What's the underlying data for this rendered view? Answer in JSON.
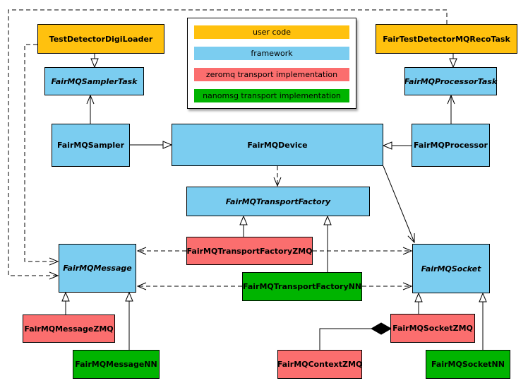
{
  "legend": {
    "items": [
      {
        "label": "user code",
        "color": "#FFC10E",
        "category": "user"
      },
      {
        "label": "framework",
        "color": "#7BCDF0",
        "category": "framework"
      },
      {
        "label": "zeromq transport implementation",
        "color": "#FB6E6E",
        "category": "zeromq"
      },
      {
        "label": "nanomsg transport implementation",
        "color": "#00B400",
        "category": "nanomsg"
      }
    ]
  },
  "nodes": {
    "test_detector_digi_loader": {
      "label": "TestDetectorDigiLoader",
      "category": "user",
      "abstract": false
    },
    "fair_test_detector_mq_reco_task": {
      "label": "FairTestDetectorMQRecoTask",
      "category": "user",
      "abstract": false
    },
    "fairmq_sampler_task": {
      "label": "FairMQSamplerTask",
      "category": "framework",
      "abstract": true
    },
    "fairmq_processor_task": {
      "label": "FairMQProcessorTask",
      "category": "framework",
      "abstract": true
    },
    "fairmq_sampler": {
      "label": "FairMQSampler",
      "category": "framework",
      "abstract": false
    },
    "fairmq_device": {
      "label": "FairMQDevice",
      "category": "framework",
      "abstract": false
    },
    "fairmq_processor": {
      "label": "FairMQProcessor",
      "category": "framework",
      "abstract": false
    },
    "fairmq_transport_factory": {
      "label": "FairMQTransportFactory",
      "category": "framework",
      "abstract": true
    },
    "fairmq_transport_factory_zmq": {
      "label": "FairMQTransportFactoryZMQ",
      "category": "zeromq",
      "abstract": false
    },
    "fairmq_transport_factory_nn": {
      "label": "FairMQTransportFactoryNN",
      "category": "nanomsg",
      "abstract": false
    },
    "fairmq_message": {
      "label": "FairMQMessage",
      "category": "framework",
      "abstract": true
    },
    "fairmq_socket": {
      "label": "FairMQSocket",
      "category": "framework",
      "abstract": true
    },
    "fairmq_message_zmq": {
      "label": "FairMQMessageZMQ",
      "category": "zeromq",
      "abstract": false
    },
    "fairmq_message_nn": {
      "label": "FairMQMessageNN",
      "category": "nanomsg",
      "abstract": false
    },
    "fairmq_context_zmq": {
      "label": "FairMQContextZMQ",
      "category": "zeromq",
      "abstract": false
    },
    "fairmq_socket_zmq": {
      "label": "FairMQSocketZMQ",
      "category": "zeromq",
      "abstract": false
    },
    "fairmq_socket_nn": {
      "label": "FairMQSocketNN",
      "category": "nanomsg",
      "abstract": false
    }
  },
  "edges": [
    {
      "from": "TestDetectorDigiLoader",
      "to": "FairMQSamplerTask",
      "kind": "inheritance",
      "style": "solid-hollow-triangle"
    },
    {
      "from": "FairTestDetectorMQRecoTask",
      "to": "FairMQProcessorTask",
      "kind": "inheritance",
      "style": "solid-hollow-triangle"
    },
    {
      "from": "FairMQSampler",
      "to": "FairMQSamplerTask",
      "kind": "association",
      "style": "solid-open-arrow"
    },
    {
      "from": "FairMQProcessor",
      "to": "FairMQProcessorTask",
      "kind": "association",
      "style": "solid-open-arrow"
    },
    {
      "from": "FairMQSampler",
      "to": "FairMQDevice",
      "kind": "inheritance",
      "style": "solid-hollow-triangle"
    },
    {
      "from": "FairMQProcessor",
      "to": "FairMQDevice",
      "kind": "inheritance",
      "style": "solid-hollow-triangle"
    },
    {
      "from": "FairMQDevice",
      "to": "FairMQTransportFactory",
      "kind": "dependency",
      "style": "dashed-open-arrow"
    },
    {
      "from": "FairMQDevice",
      "to": "FairMQSocket",
      "kind": "association",
      "style": "solid-open-arrow"
    },
    {
      "from": "FairMQTransportFactoryZMQ",
      "to": "FairMQTransportFactory",
      "kind": "inheritance",
      "style": "solid-hollow-triangle"
    },
    {
      "from": "FairMQTransportFactoryNN",
      "to": "FairMQTransportFactory",
      "kind": "inheritance",
      "style": "solid-hollow-triangle"
    },
    {
      "from": "FairMQTransportFactoryZMQ",
      "to": "FairMQMessage",
      "kind": "dependency",
      "style": "dashed-open-arrow"
    },
    {
      "from": "FairMQTransportFactoryZMQ",
      "to": "FairMQSocket",
      "kind": "dependency",
      "style": "dashed-open-arrow"
    },
    {
      "from": "FairMQTransportFactoryNN",
      "to": "FairMQMessage",
      "kind": "dependency",
      "style": "dashed-open-arrow"
    },
    {
      "from": "FairMQTransportFactoryNN",
      "to": "FairMQSocket",
      "kind": "dependency",
      "style": "dashed-open-arrow"
    },
    {
      "from": "TestDetectorDigiLoader",
      "to": "FairMQMessage",
      "kind": "dependency",
      "style": "dashed-open-arrow"
    },
    {
      "from": "FairTestDetectorMQRecoTask",
      "to": "FairMQMessage",
      "kind": "dependency",
      "style": "dashed-open-arrow"
    },
    {
      "from": "FairMQMessageZMQ",
      "to": "FairMQMessage",
      "kind": "inheritance",
      "style": "solid-hollow-triangle"
    },
    {
      "from": "FairMQMessageNN",
      "to": "FairMQMessage",
      "kind": "inheritance",
      "style": "solid-hollow-triangle"
    },
    {
      "from": "FairMQSocketZMQ",
      "to": "FairMQSocket",
      "kind": "inheritance",
      "style": "solid-hollow-triangle"
    },
    {
      "from": "FairMQSocketNN",
      "to": "FairMQSocket",
      "kind": "inheritance",
      "style": "solid-hollow-triangle"
    },
    {
      "from": "FairMQContextZMQ",
      "to": "FairMQSocketZMQ",
      "kind": "composition",
      "style": "solid-filled-diamond"
    }
  ]
}
